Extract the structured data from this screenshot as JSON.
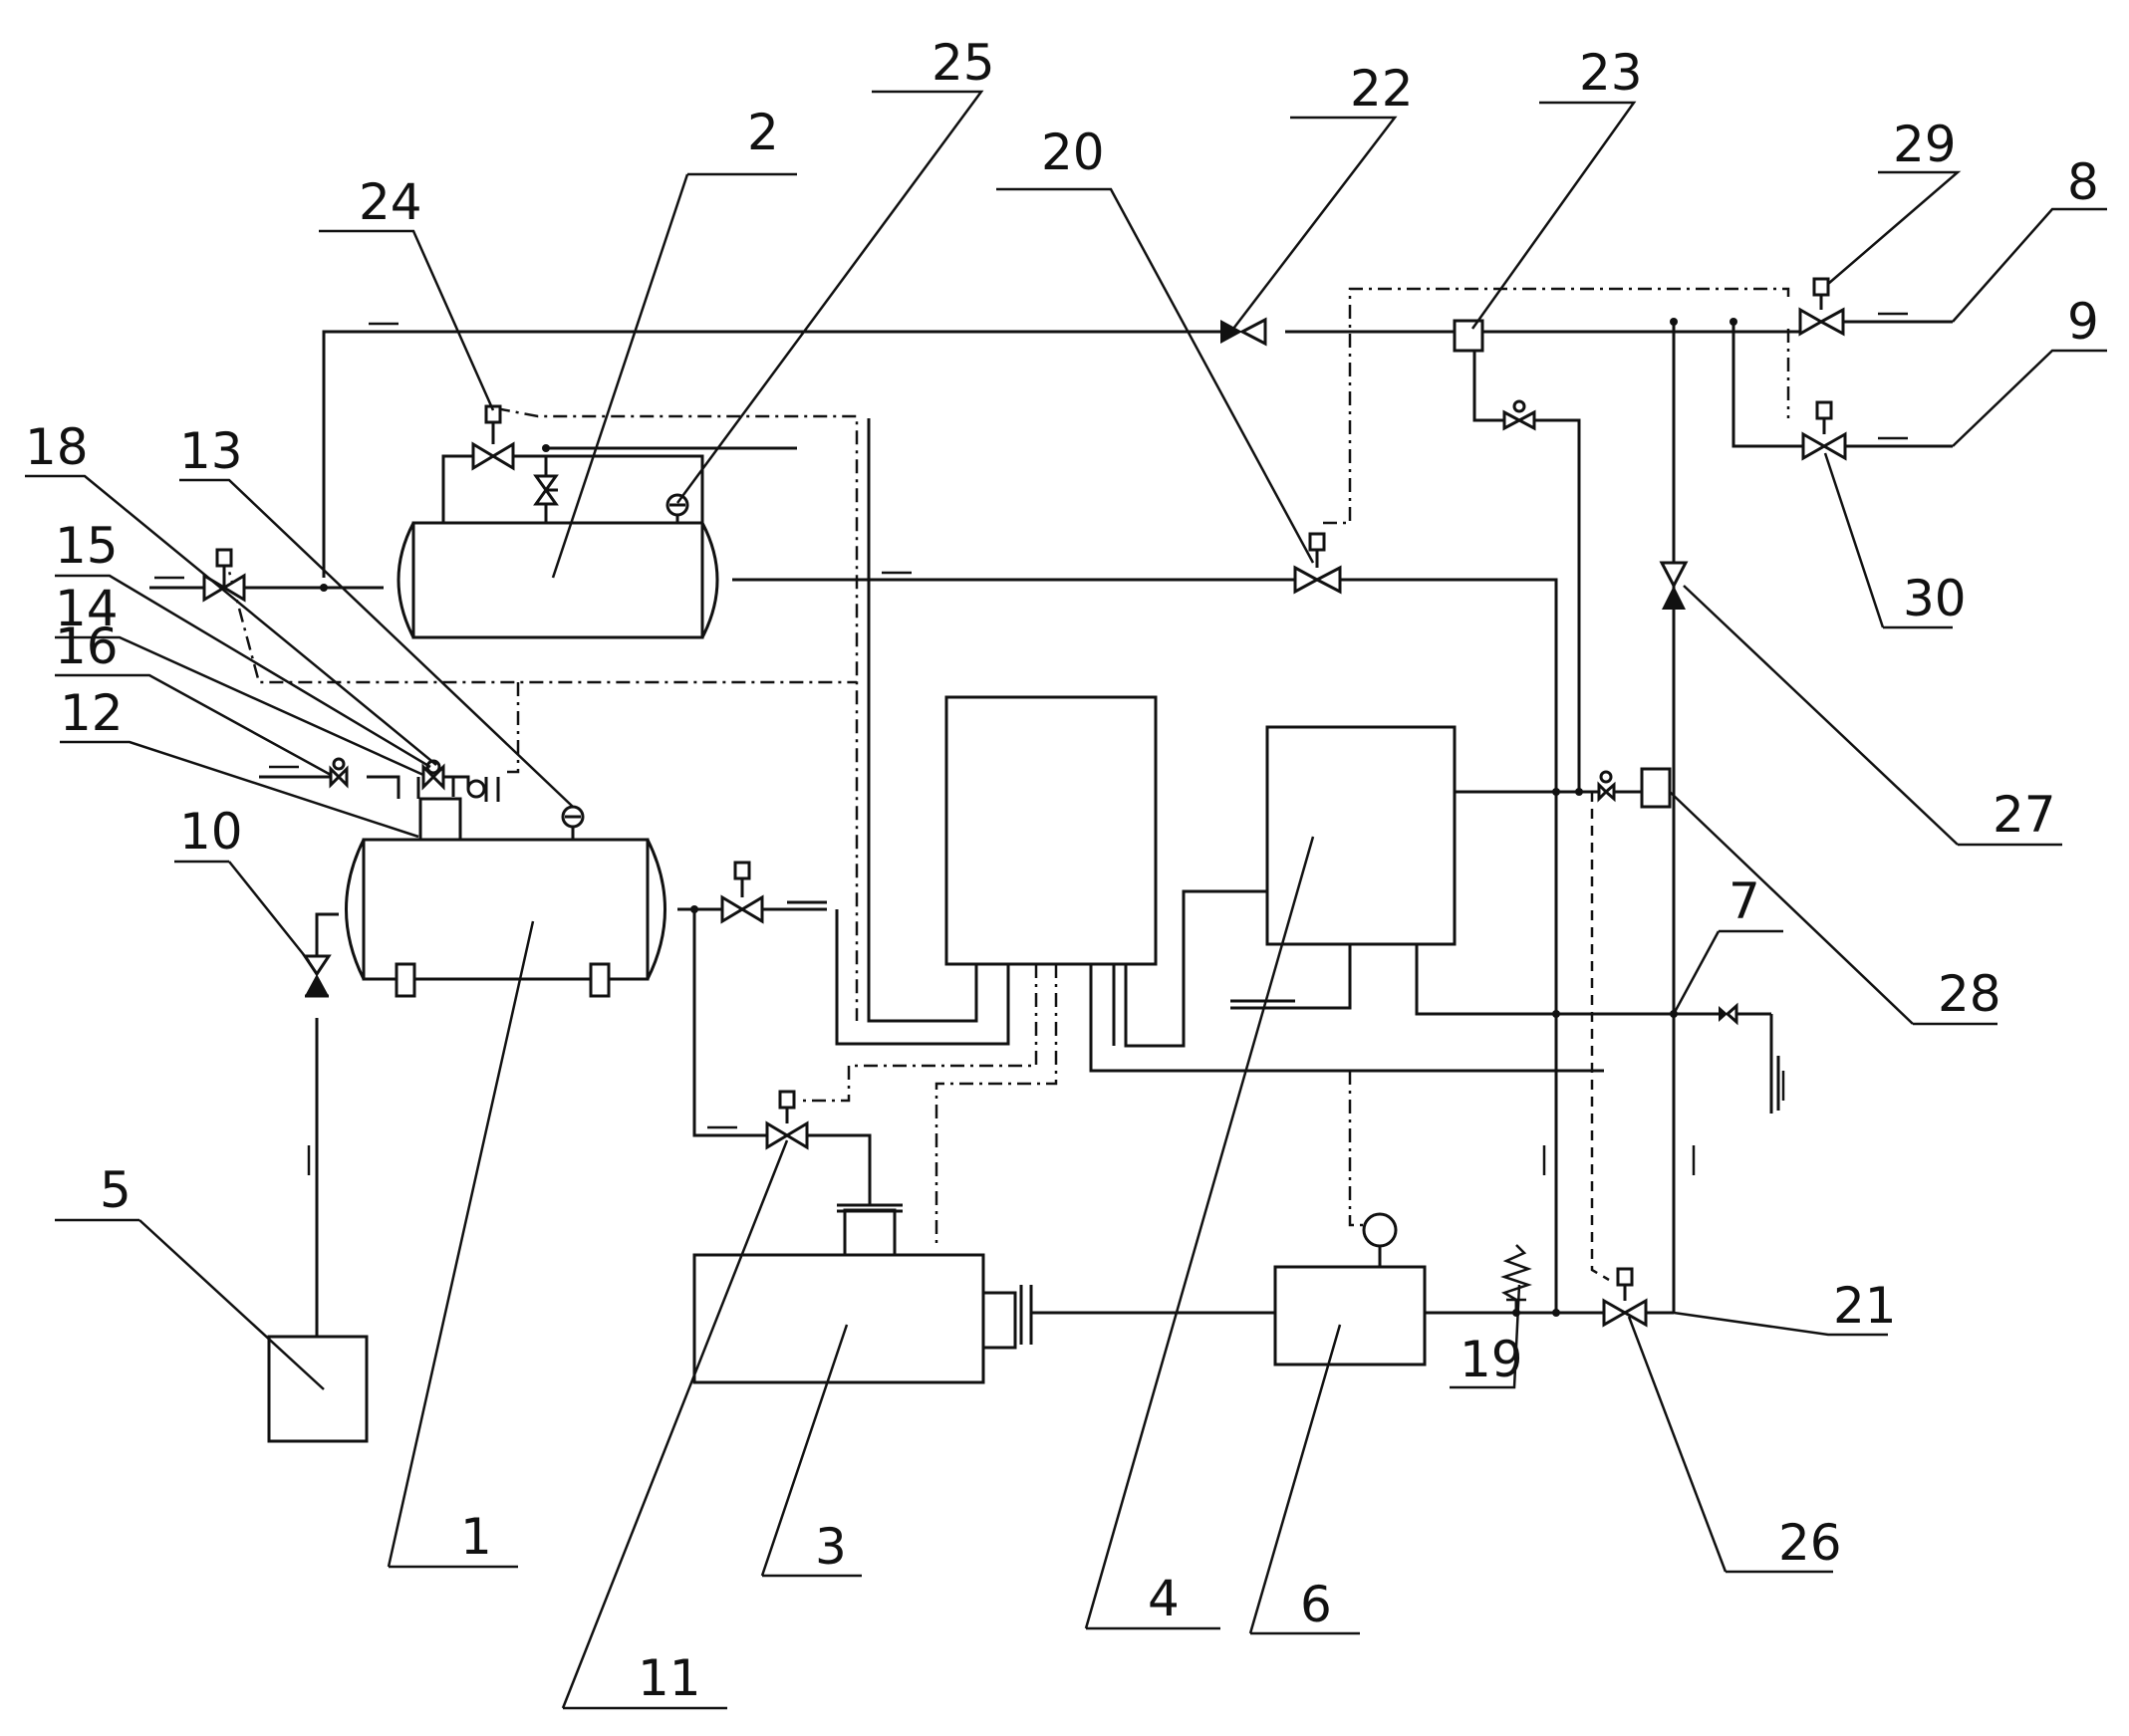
{
  "labels": {
    "l1": "1",
    "l2": "2",
    "l3": "3",
    "l4": "4",
    "l5": "5",
    "l6": "6",
    "l7": "7",
    "l8": "8",
    "l9": "9",
    "l10": "10",
    "l11": "11",
    "l12": "12",
    "l13": "13",
    "l14": "14",
    "l15": "15",
    "l16": "16",
    "l18": "18",
    "l19": "19",
    "l20": "20",
    "l21": "21",
    "l22": "22",
    "l23": "23",
    "l24": "24",
    "l25": "25",
    "l26": "26",
    "l27": "27",
    "l28": "28",
    "l29": "29",
    "l30": "30"
  }
}
